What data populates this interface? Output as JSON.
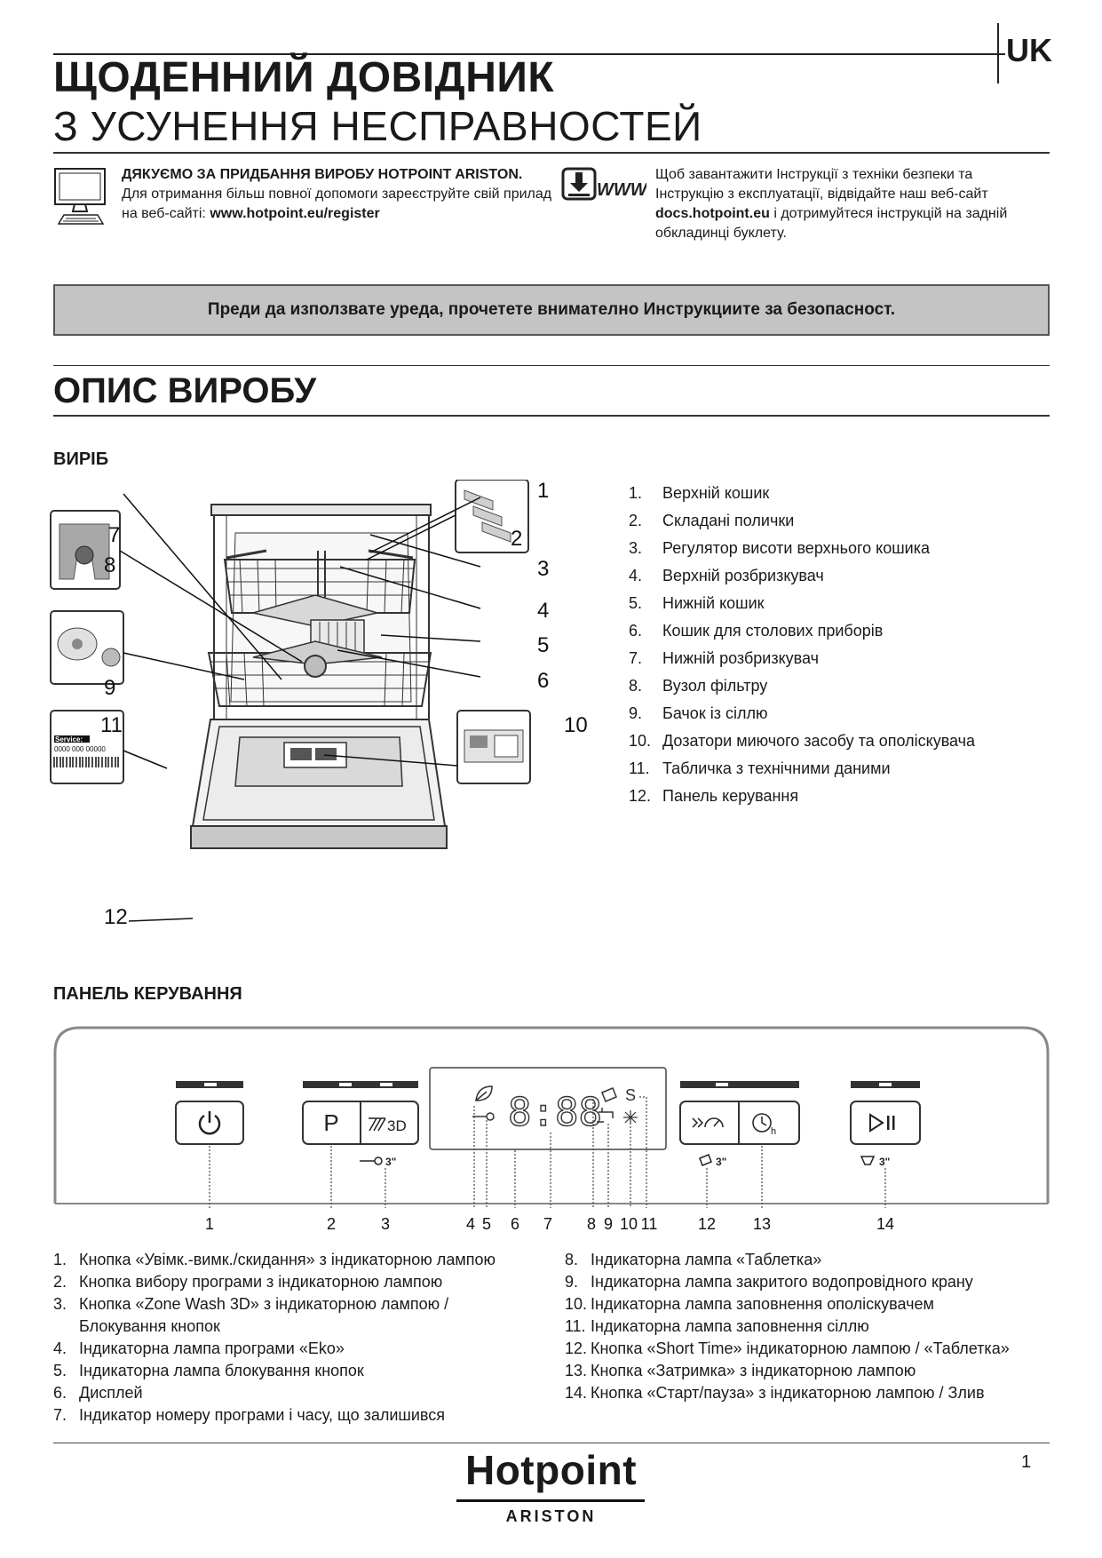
{
  "lang_code": "UK",
  "title_line1": "ЩОДЕННИЙ ДОВІДНИК",
  "title_line2": "З УСУНЕННЯ НЕСПРАВНОСТЕЙ",
  "registration": {
    "bold": "ДЯКУЄМО ЗА ПРИДБАННЯ ВИРОБУ HOTPOINT ARISTON.",
    "text": "Для отримання більш повної допомоги зареєструйте свій прилад на веб-сайті: ",
    "url": "www.hotpoint.eu/register"
  },
  "download": {
    "icon_label": "WWW",
    "text1": "Щоб завантажити Інструкції з техніки безпеки та Інструкцію з експлуатації, відвідайте наш веб-сайт ",
    "url": "docs.hotpoint.eu",
    "text2": " і дотримуйтеся інструкцій на задній обкладинці буклету."
  },
  "warning": "Преди да използвате уреда, прочетете внимателно Инструкциите за безопасност.",
  "section_title": "ОПИС ВИРОБУ",
  "product_heading": "ВИРІБ",
  "product_items": [
    {
      "num": "1.",
      "label": "Верхній кошик"
    },
    {
      "num": "2.",
      "label": "Складані полички"
    },
    {
      "num": "3.",
      "label": "Регулятор висоти верхнього кошика"
    },
    {
      "num": "4.",
      "label": "Верхній розбризкувач"
    },
    {
      "num": "5.",
      "label": "Нижній кошик"
    },
    {
      "num": "6.",
      "label": "Кошик для столових приборів"
    },
    {
      "num": "7.",
      "label": "Нижній розбризкувач"
    },
    {
      "num": "8.",
      "label": "Вузол фільтру"
    },
    {
      "num": "9.",
      "label": "Бачок із сіллю"
    },
    {
      "num": "10.",
      "label": "Дозатори миючого засобу та ополіскувача"
    },
    {
      "num": "11.",
      "label": "Табличка з технічними даними"
    },
    {
      "num": "12.",
      "label": "Панель керування"
    }
  ],
  "diagram_callouts": [
    "1",
    "2",
    "3",
    "4",
    "5",
    "6",
    "7",
    "8",
    "9",
    "10",
    "11",
    "12"
  ],
  "rating_plate": {
    "service": "Service:",
    "number": "0000 000 00000"
  },
  "panel_heading": "ПАНЕЛЬ КЕРУВАННЯ",
  "panel_display": {
    "digits": "8:88",
    "p_label": "P",
    "zone_label": "3D",
    "salt_symbol": "S",
    "hold_time": "3\""
  },
  "panel_callouts": [
    "1",
    "2",
    "3",
    "4",
    "5",
    "6",
    "7",
    "8",
    "9",
    "10",
    "11",
    "12",
    "13",
    "14"
  ],
  "panel_items_left": [
    {
      "num": "1.",
      "label": "Кнопка «Увімк.-вимк./скидання» з індикаторною лампою"
    },
    {
      "num": "2.",
      "label": "Кнопка вибору програми з індикаторною лампою"
    },
    {
      "num": "3.",
      "label": "Кнопка «Zone Wash 3D» з індикаторною лампою /",
      "label2": "Блокування кнопок"
    },
    {
      "num": "4.",
      "label": "Індикаторна лампа програми «Eko»"
    },
    {
      "num": "5.",
      "label": "Індикаторна лампа блокування кнопок"
    },
    {
      "num": "6.",
      "label": "Дисплей"
    },
    {
      "num": "7.",
      "label": "Індикатор номеру програми і часу, що залишився"
    }
  ],
  "panel_items_right": [
    {
      "num": "8.",
      "label": "Індикаторна лампа «Таблетка»"
    },
    {
      "num": "9.",
      "label": "Індикаторна лампа закритого водопровідного крану"
    },
    {
      "num": "10.",
      "label": "Індикаторна лампа заповнення ополіскувачем"
    },
    {
      "num": "11.",
      "label": "Індикаторна лампа заповнення сіллю"
    },
    {
      "num": "12.",
      "label": "Кнопка «Short Time» індикаторною лампою / «Таблетка»"
    },
    {
      "num": "13.",
      "label": "Кнопка «Затримка» з індикаторною лампою"
    },
    {
      "num": "14.",
      "label": "Кнопка «Старт/пауза» з індикаторною лампою / Злив"
    }
  ],
  "brand": {
    "name": "Hotpoint",
    "sub": "ARISTON"
  },
  "page_number": "1"
}
